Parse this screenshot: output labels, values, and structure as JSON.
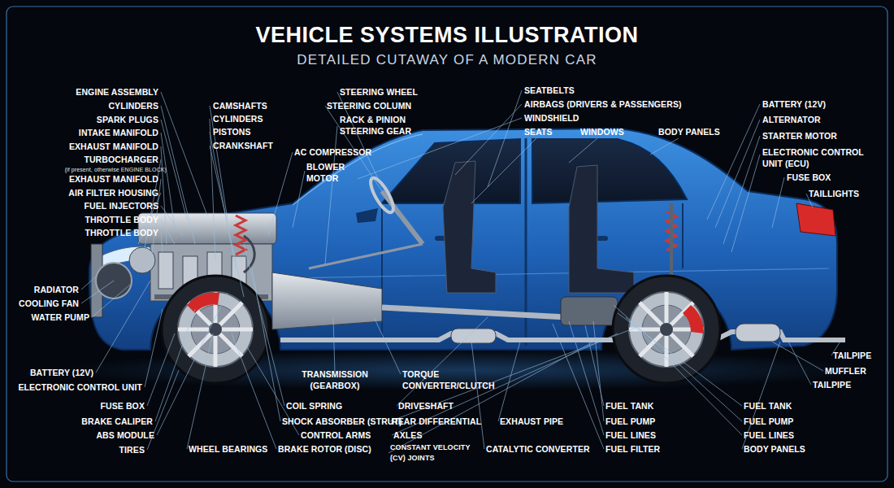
{
  "diagram": {
    "title": "VEHICLE SYSTEMS ILLUSTRATION",
    "labels": [
      "DETAILED CUTAWAY OF A MODERN CAR",
      "ENGINE ASSEMBLY",
      "CYLINDERS",
      "SPARK PLUGS",
      "INTAKE MANIFOLD",
      "EXHAUST MANIFOLD",
      "TURBOCHARGER",
      "(if present, otherwise ENGINE BLOCK)",
      "EXHAUST MANIFOLD",
      "AIR FILTER HOUSING",
      "FUEL INJECTORS",
      "THROTTLE BODY",
      "THROTTLE BODY",
      "CAMSHAFTS",
      "CYLINDERS",
      "PISTONS",
      "CRANKSHAFT",
      "STEERING WHEEL",
      "STEERING COLUMN",
      "RACK & PINION STEERING GEAR",
      "AC COMPRESSOR",
      "BLOWER MOTOR",
      "SEATBELTS",
      "AIRBAGS (DRIVERS & PASSENGERS)",
      "WINDSHIELD",
      "SEATS",
      "WINDOWS",
      "BODY PANELS",
      "BATTERY (12V)",
      "ALTERNATOR",
      "STARTER MOTOR",
      "ELECTRONIC CONTROL UNIT (ECU)",
      "FUSE BOX",
      "TAILLIGHTS",
      "RADIATOR",
      "COOLING FAN",
      "WATER PUMP",
      "BATTERY (12V)",
      "ELECTRONIC CONTROL UNIT",
      "FUSE BOX",
      "BRAKE CALIPER",
      "ABS MODULE",
      "TIRES",
      "WHEEL BEARINGS",
      "COIL SPRING",
      "SHOCK ABSORBER (STRUT)",
      "CONTROL ARMS",
      "BRAKE ROTOR (DISC)",
      "TRANSMISSION (GEARBOX)",
      "TORQUE CONVERTER/CLUTCH",
      "DRIVESHAFT",
      "REAR DIFFERENTIAL",
      "AXLES",
      "CONSTANT VELOCITY (CV) JOINTS",
      "EXHAUST PIPE",
      "CATALYTIC CONVERTER",
      "FUEL TANK",
      "FUEL PUMP",
      "FUEL LINES",
      "FUEL FILTER",
      "FUEL TANK",
      "FUEL PUMP",
      "FUEL LINES",
      "BODY PANELS",
      "TAILPIPE",
      "MUFFLER",
      "TAILPIPE"
    ]
  }
}
